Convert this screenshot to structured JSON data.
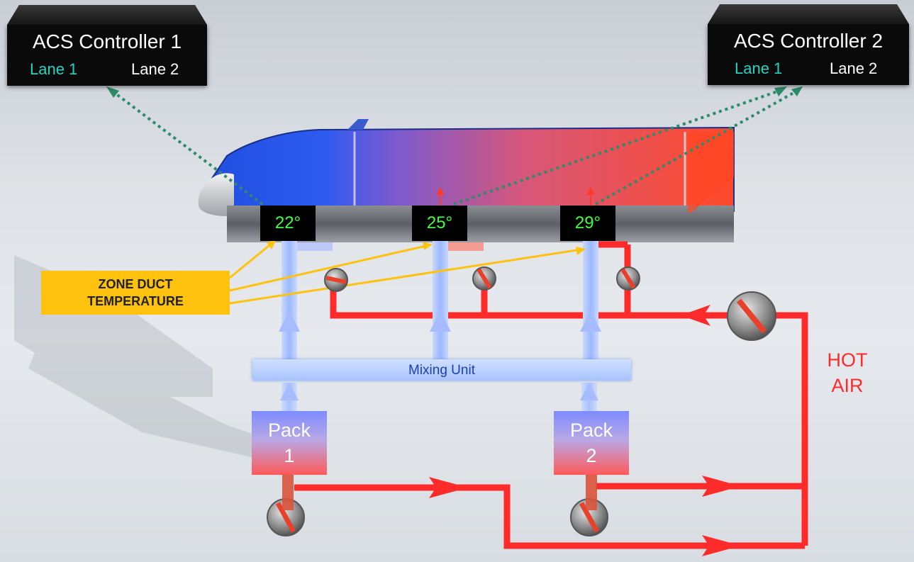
{
  "controllers": [
    {
      "title": "ACS Controller 1",
      "lane_a": "Lane 1",
      "lane_b": "Lane 2"
    },
    {
      "title": "ACS Controller 2",
      "lane_a": "Lane 1",
      "lane_b": "Lane 2"
    }
  ],
  "zones": [
    {
      "temperature": "22°"
    },
    {
      "temperature": "25°"
    },
    {
      "temperature": "29°"
    }
  ],
  "zone_duct_label": {
    "line1": "ZONE DUCT",
    "line2": "TEMPERATURE"
  },
  "mixing_unit_label": "Mixing Unit",
  "packs": [
    {
      "line1": "Pack",
      "line2": "1"
    },
    {
      "line1": "Pack",
      "line2": "2"
    }
  ],
  "hot_air_label": {
    "line1": "HOT",
    "line2": "AIR"
  },
  "colors": {
    "hot_air": "#ff2a2a",
    "cold_air": "#a8c4ff",
    "zone_indicator": "#ffc20e",
    "temp_readout": "#3dff3d",
    "lane_active": "#1fd6c0",
    "data_link": "#2e8b6a"
  }
}
